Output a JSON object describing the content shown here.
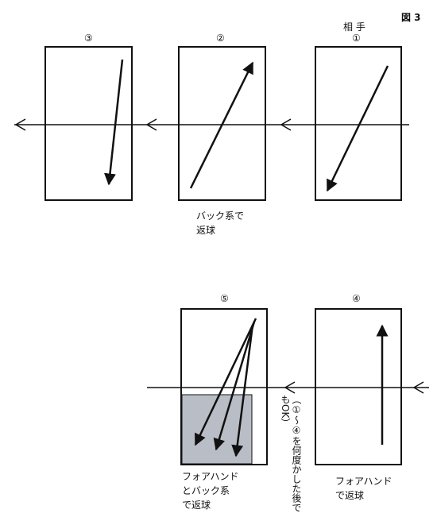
{
  "figure_label": "図 3",
  "opponent_label": "相 手",
  "steps": {
    "step1": "①",
    "step2": "②",
    "step3": "③",
    "step4": "④",
    "step5": "⑤"
  },
  "captions": {
    "step2_line1": "バック系で",
    "step2_line2": "返球",
    "step4_line1": "フォアハンド",
    "step4_line2": "で返球",
    "step5_line1": "フォアハンド",
    "step5_line2": "とバック系",
    "step5_line3": "で返球"
  },
  "note_vertical": "（①〜④を何度かした後でもOK）",
  "colors": {
    "line": "#111111",
    "shade": "#b9bdc6",
    "background": "#ffffff"
  }
}
